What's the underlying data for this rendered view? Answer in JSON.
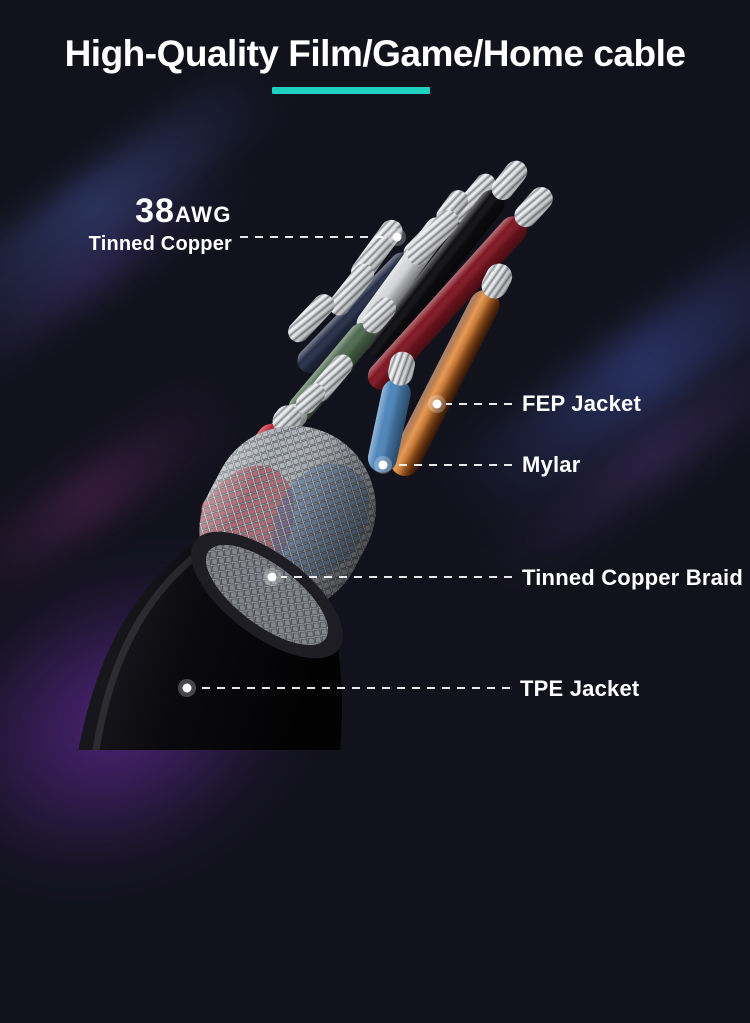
{
  "title": "High-Quality Film/Game/Home cable",
  "awg_callout": {
    "value": "38",
    "unit": "AWG",
    "description": "Tinned Copper"
  },
  "callouts": {
    "fep": {
      "label": "FEP Jacket"
    },
    "mylar": {
      "label": "Mylar"
    },
    "braid": {
      "label": "Tinned Copper Braid"
    },
    "tpe": {
      "label": "TPE Jacket"
    }
  },
  "colors": {
    "background": "#12121d",
    "accent_teal": "#1fd1c0",
    "text": "#ffffff",
    "copper_wire": "#c9742c",
    "purple_glow": "#9137e1"
  }
}
